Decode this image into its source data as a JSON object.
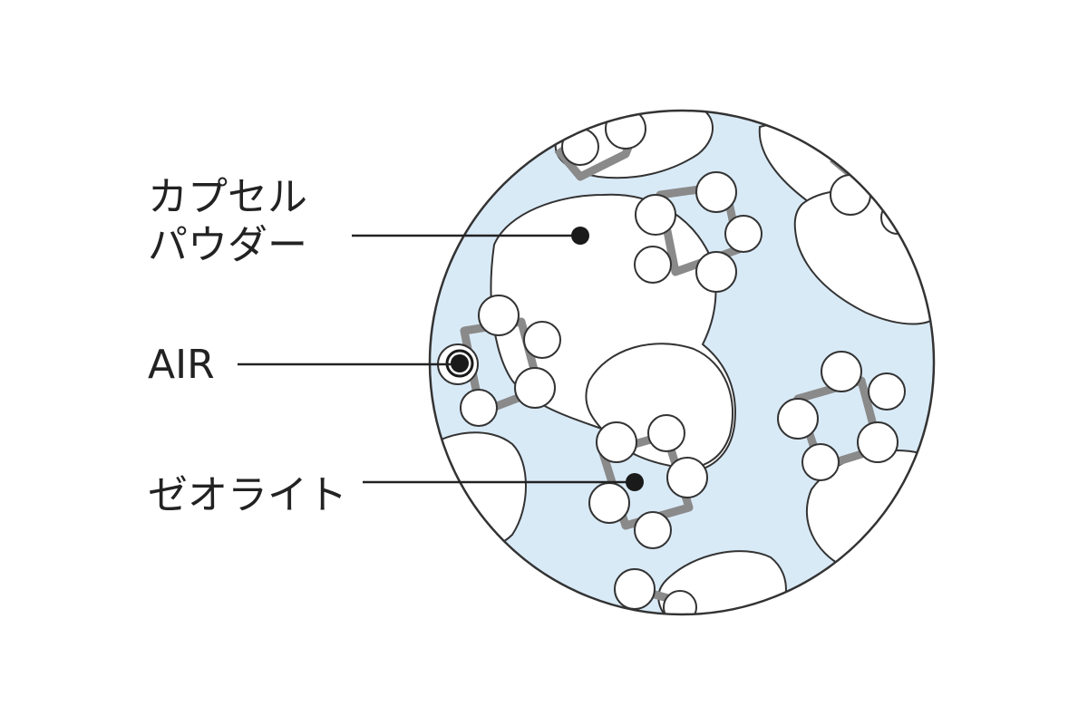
{
  "diagram": {
    "labels": {
      "capsule_line1": "カプセル",
      "capsule_line2": "パウダー",
      "air": "AIR",
      "zeolite": "ゼオライト"
    },
    "colors": {
      "background": "#ffffff",
      "medium": "#d9eaf7",
      "outline": "#333333",
      "zeolite_frame": "#8a8a8a",
      "text": "#222222"
    }
  }
}
